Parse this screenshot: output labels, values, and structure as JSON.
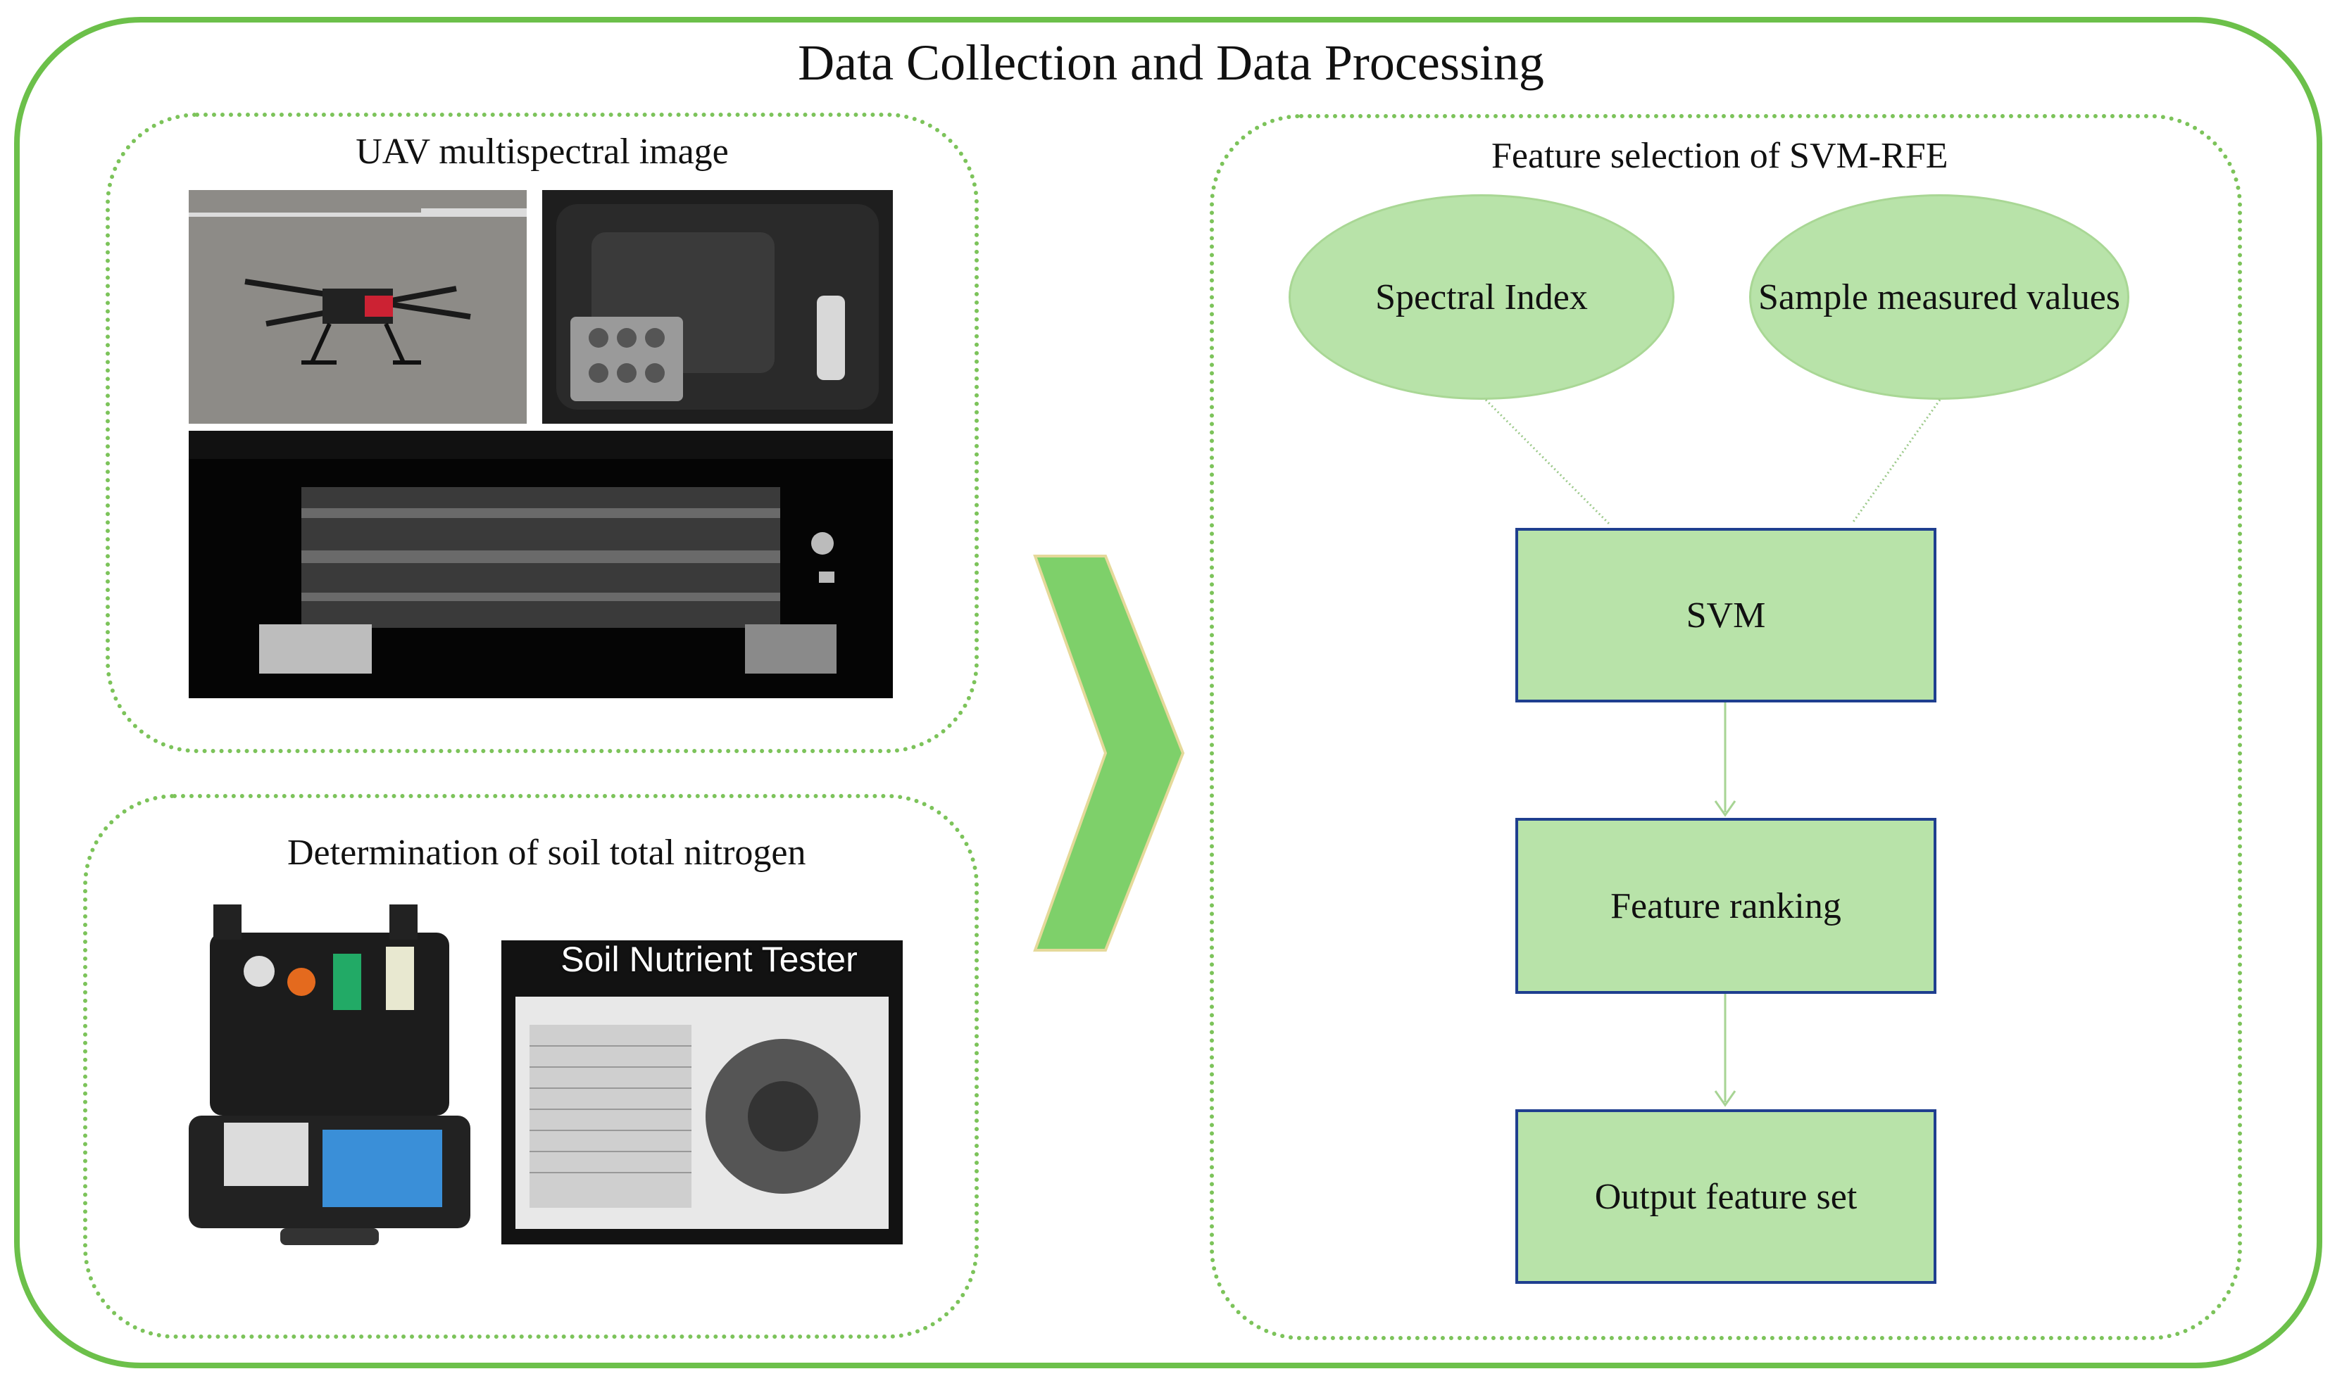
{
  "title": "Data Collection and Data Processing",
  "left_top_panel": {
    "title": "UAV multispectral image"
  },
  "left_bottom_panel": {
    "title": "Determination of soil total nitrogen",
    "device_caption": "Soil Nutrient Tester"
  },
  "right_panel": {
    "title": "Feature selection of SVM-RFE",
    "inputs": [
      "Spectral Index",
      "Sample measured values"
    ],
    "steps": [
      "SVM",
      "Feature ranking",
      "Output feature set"
    ]
  },
  "colors": {
    "accent_green": "#6cc04a",
    "node_fill": "#b8e3a9",
    "box_border": "#1f3f8f",
    "arrow_green": "#7ed06a"
  }
}
